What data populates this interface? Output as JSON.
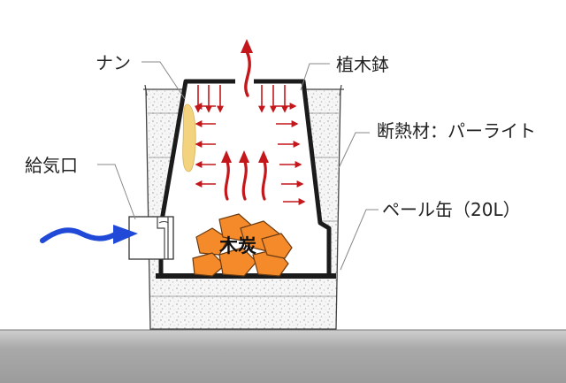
{
  "labels": {
    "naan": "ナン",
    "pot": "植木鉢",
    "insulation": "断熱材：パーライト",
    "air_inlet": "給気口",
    "pail": "ペール缶（20L）",
    "charcoal": "木炭"
  },
  "colors": {
    "heat_arrow": "#c4171b",
    "air_arrow": "#1f49d6",
    "charcoal": "#f58a2a",
    "naan": "#f3d37e",
    "ground": "#a9a9a9",
    "insulation_dots": "#b8b8b8"
  }
}
